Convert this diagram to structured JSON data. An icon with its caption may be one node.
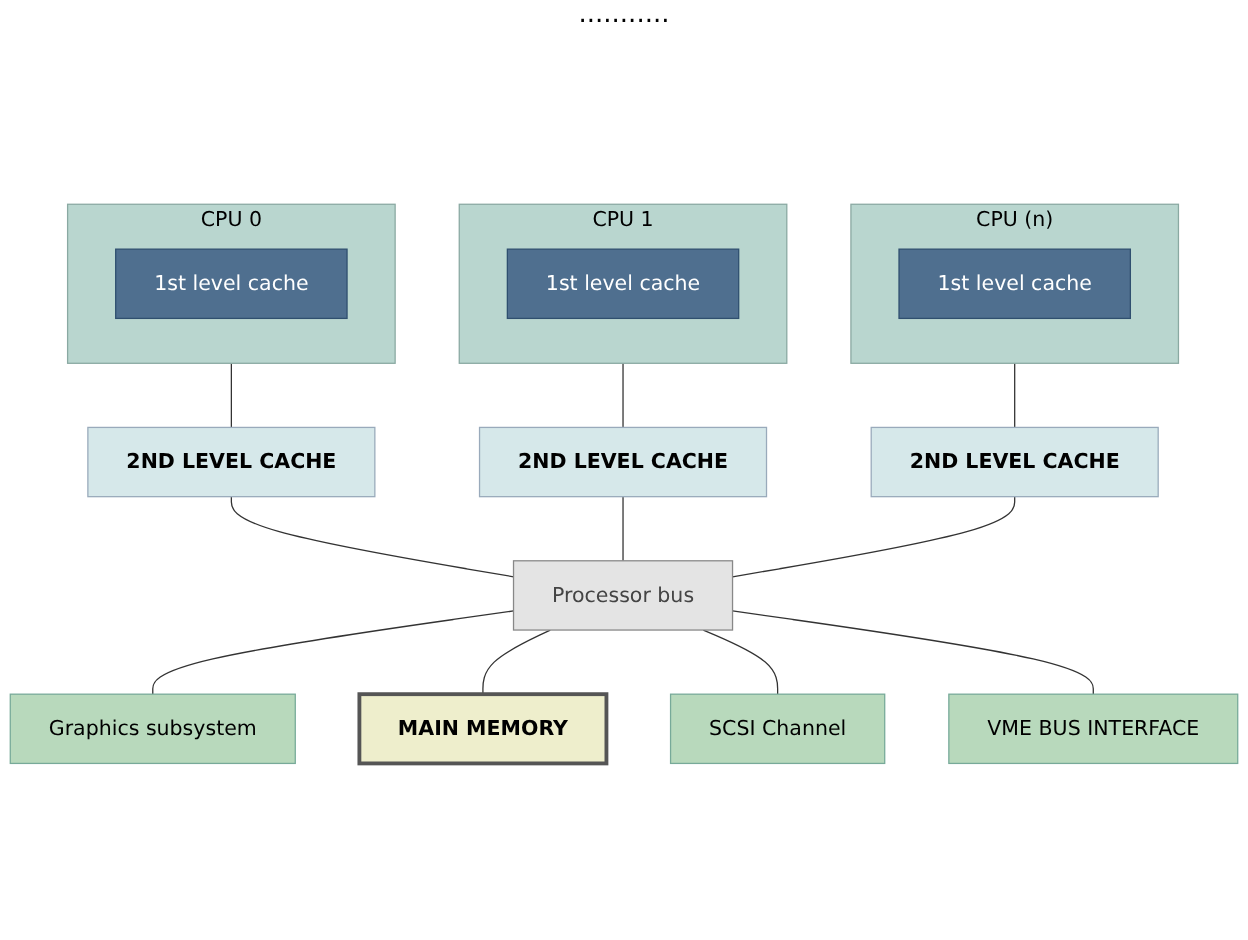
{
  "diagram": {
    "nodes": [
      {
        "text": [
          "CPU 0"
        ]
      },
      {
        "text": [
          "1st level cache"
        ],
        "in": 0
      },
      {
        "text": [
          "CPU 1"
        ]
      },
      {
        "text": [
          "1st level cache"
        ],
        "in": 2
      },
      {
        "text": [
          "CPU (n)"
        ]
      },
      {
        "text": [
          "1st level cache"
        ],
        "in": 4
      },
      {
        "text": [
          "2ND LEVEL CACHE"
        ]
      },
      {
        "text": [
          "2ND LEVEL CACHE"
        ]
      },
      {
        "text": [
          "2ND LEVEL CACHE"
        ]
      },
      {
        "text": [
          "Processor bus"
        ]
      },
      {
        "text": [
          "Graphics subsystem"
        ]
      },
      {
        "text": [
          "MAIN MEMORY"
        ]
      },
      {
        "text": [
          "SCSI Channel"
        ]
      },
      {
        "text": [
          "VME BUS INTERFACE"
        ]
      }
    ],
    "edges": [
      {
        "from": 0,
        "to": 6,
        "arrow": "none"
      },
      {
        "from": 2,
        "to": 7,
        "arrow": "none"
      },
      {
        "from": 4,
        "to": 8,
        "arrow": "none"
      },
      {
        "from": 6,
        "to": 9,
        "arrow": "none"
      },
      {
        "from": 7,
        "to": 9,
        "arrow": "none"
      },
      {
        "from": 8,
        "to": 9,
        "arrow": "none"
      },
      {
        "from": 9,
        "to": 10,
        "arrow": "none"
      },
      {
        "from": 9,
        "to": 11,
        "arrow": "none"
      },
      {
        "from": 9,
        "to": 12,
        "arrow": "none"
      },
      {
        "from": 9,
        "to": 13,
        "arrow": "none"
      }
    ],
    "labels": [
      "..........."
    ]
  }
}
